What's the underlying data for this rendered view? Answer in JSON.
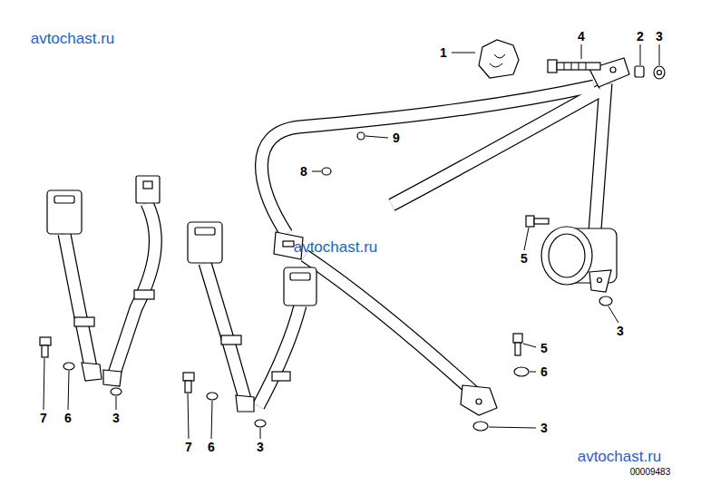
{
  "diagram": {
    "labels": [
      "avtochast.ru",
      "1",
      "4",
      "2",
      "3",
      "9",
      "8",
      "avtochast.ru",
      "5",
      "3",
      "5",
      "6",
      "7",
      "6",
      "3",
      "7",
      "6",
      "3",
      "3",
      "avtochast.ru",
      "00009483"
    ]
  }
}
